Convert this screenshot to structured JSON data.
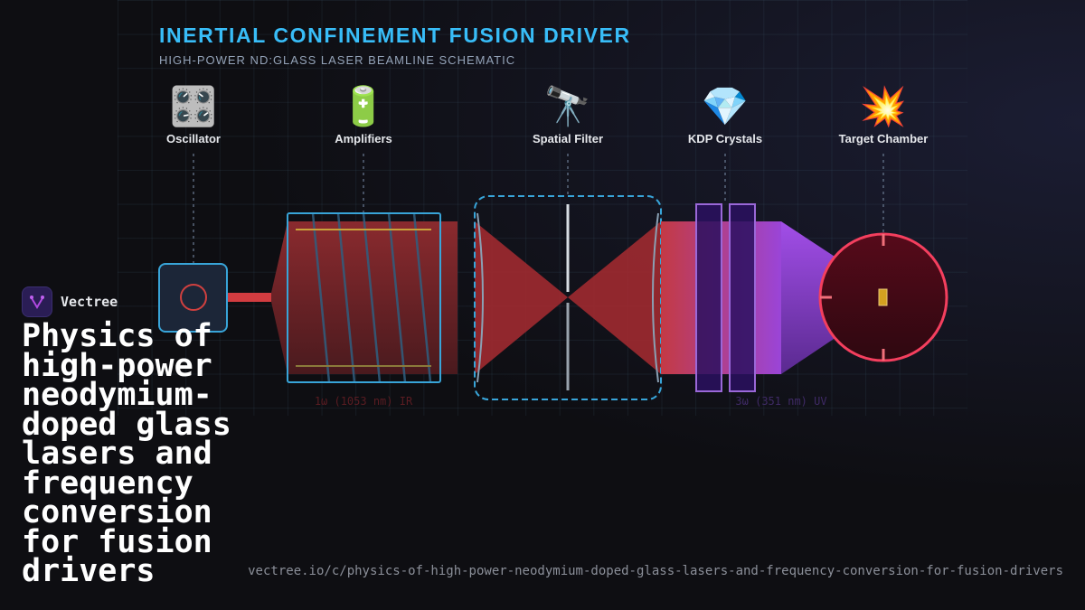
{
  "diagram": {
    "title": "INERTIAL CONFINEMENT FUSION DRIVER",
    "subtitle": "HIGH-POWER ND:GLASS LASER BEAMLINE SCHEMATIC",
    "stages": [
      {
        "label": "Oscillator",
        "icon": "🎛️",
        "icon_name": "control-knobs-icon"
      },
      {
        "label": "Amplifiers",
        "icon": "🔋",
        "icon_name": "battery-icon"
      },
      {
        "label": "Spatial Filter",
        "icon": "🔭",
        "icon_name": "telescope-icon"
      },
      {
        "label": "KDP Crystals",
        "icon": "💎",
        "icon_name": "gem-icon"
      },
      {
        "label": "Target Chamber",
        "icon": "💥",
        "icon_name": "collision-icon"
      }
    ],
    "ir_label": "1ω (1053 nm) IR",
    "uv_label": "3ω (351 nm) UV",
    "colors": {
      "accent": "#38bdf8",
      "ir_beam": "#dc3c3c",
      "uv_beam": "#a855f7",
      "target": "#f43f5e"
    }
  },
  "brand": {
    "name": "Vectree"
  },
  "headline": "Physics of high-power neodymium-doped glass lasers and frequency conversion for fusion drivers",
  "url": "vectree.io/c/physics-of-high-power-neodymium-doped-glass-lasers-and-frequency-conversion-for-fusion-drivers"
}
